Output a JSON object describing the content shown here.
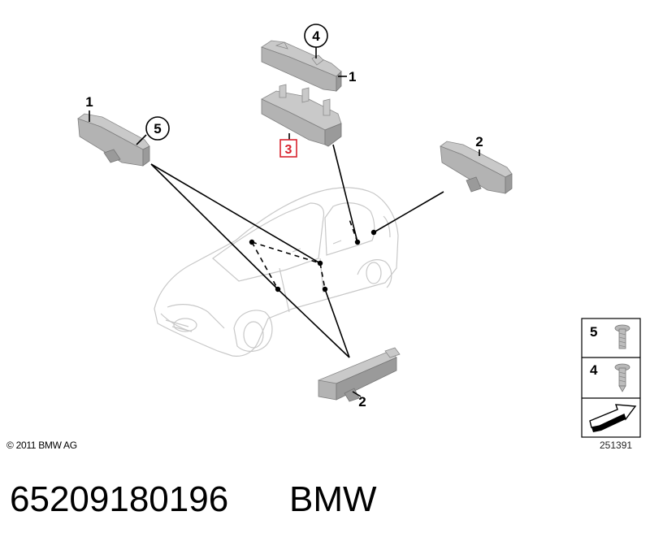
{
  "callouts": {
    "c4": "4",
    "c1_top": "1",
    "c3": "3",
    "c1_left": "1",
    "c5": "5",
    "c2_right": "2",
    "c2_bottom": "2"
  },
  "legend": {
    "item5": "5",
    "item4": "4"
  },
  "footer": {
    "copyright": "© 2011 BMW AG",
    "image_number": "251391",
    "part_number": "65209180196",
    "brand": "BMW"
  },
  "colors": {
    "highlight": "#d9232e",
    "part": "#b0b0b0",
    "car_outline": "#c8c8c8"
  }
}
